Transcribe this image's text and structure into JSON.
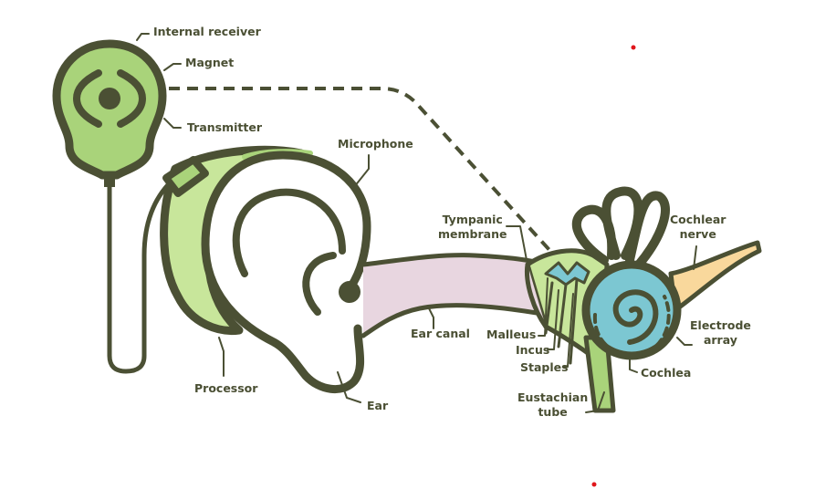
{
  "title": "Cochlear implant diagram",
  "colors": {
    "outline": "#4b5034",
    "device_green": "#a9d37a",
    "light_green": "#c8e69b",
    "ear_canal_pink": "#e8d6e0",
    "cochlea_blue": "#7cc7d2",
    "nerve_orange": "#f9d89c",
    "marker_red": "#e0161b"
  },
  "labels": {
    "internal_receiver": "Internal receiver",
    "magnet": "Magnet",
    "transmitter": "Transmitter",
    "microphone": "Microphone",
    "processor": "Processor",
    "ear": "Ear",
    "ear_canal": "Ear canal",
    "tympanic_membrane": [
      "Tympanic",
      "membrane"
    ],
    "malleus": "Malleus",
    "incus": "Incus",
    "staples": "Staples",
    "eustachian_tube": [
      "Eustachian",
      "tube"
    ],
    "cochlear_nerve": [
      "Cochlear",
      "nerve"
    ],
    "electrode_array": [
      "Electrode",
      "array"
    ],
    "cochlea": "Cochlea"
  }
}
